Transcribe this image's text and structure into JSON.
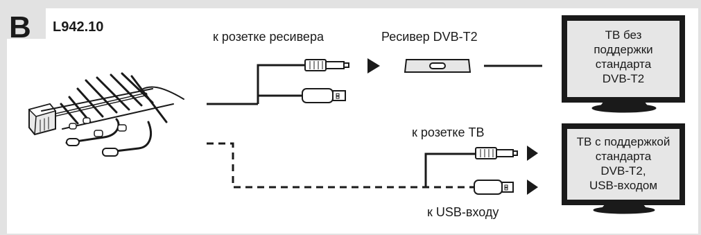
{
  "header": {
    "section_letter": "B",
    "model_code": "L942.10"
  },
  "labels": {
    "receiver_socket": "к розетке ресивера",
    "receiver_title": "Ресивер DVB-T2",
    "tv_socket": "к розетке ТВ",
    "usb_input": "к USB-входу"
  },
  "tv_without_support": "ТВ без\nподдержки\nстандарта\nDVB-T2",
  "tv_with_support": "ТВ с поддержкой\nстандарта\nDVB-T2,\nUSB-входом",
  "colors": {
    "line": "#1a1a1a",
    "background_band": "#e2e2e2",
    "panel": "#ffffff"
  }
}
